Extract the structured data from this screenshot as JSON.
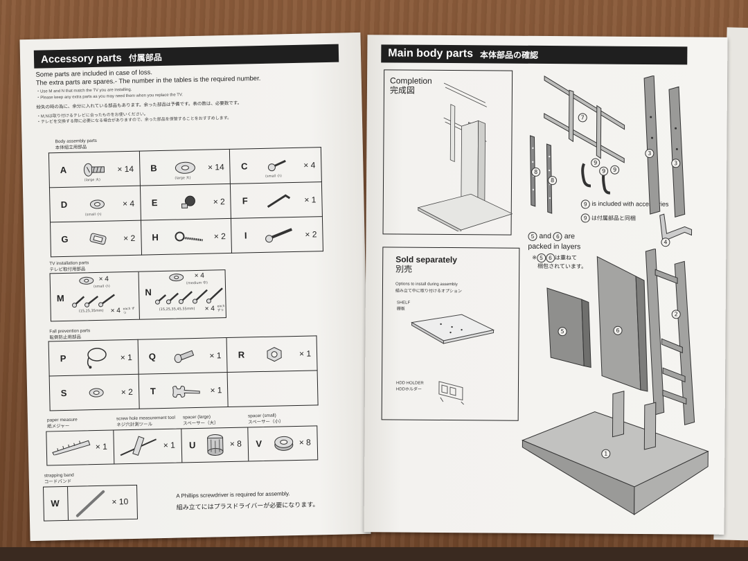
{
  "left": {
    "title_en": "Accessory parts",
    "title_jp": "付属部品",
    "intro1": "Some parts are included in case of loss.",
    "intro2": "The extra parts are spares.- The number in the tables is the required number.",
    "bullet1": "・Use M and N that match the TV you are installing.",
    "bullet2": "・Please keep any extra parts as you may need them when you replace the TV.",
    "intro_jp": "紛失の時の為に、余分に入れている部品もあります。余った部品は予備です。表の数は、必要数です。",
    "bullet_jp1": "・M,Nは取り付けるテレビに合ったものをお使いください。",
    "bullet_jp2": "・テレビを交換する際に必要になる場合がありますので、余った部品を保管することをおすすめします。",
    "body_label_en": "Body assembly parts",
    "body_label_jp": "本体組立用部品",
    "body_parts": [
      {
        "letter": "A",
        "qty": "× 14",
        "size": "(large 大)"
      },
      {
        "letter": "B",
        "qty": "× 14",
        "size": "(large 大)"
      },
      {
        "letter": "C",
        "qty": "× 4",
        "size": "(small 小)"
      },
      {
        "letter": "D",
        "qty": "× 4",
        "size": "(small 小)"
      },
      {
        "letter": "E",
        "qty": "× 2",
        "size": ""
      },
      {
        "letter": "F",
        "qty": "× 1",
        "size": ""
      },
      {
        "letter": "G",
        "qty": "× 2",
        "size": ""
      },
      {
        "letter": "H",
        "qty": "× 2",
        "size": ""
      },
      {
        "letter": "I",
        "qty": "× 2",
        "size": ""
      }
    ],
    "tv_label_en": "TV installation parts",
    "tv_label_jp": "テレビ取付用部品",
    "tv_M": {
      "letter": "M",
      "qty1": "× 4",
      "size1": "(small 小)",
      "sizes": "(15,25,35mm)",
      "qty2": "× 4",
      "each": "each ずつ"
    },
    "tv_N": {
      "letter": "N",
      "qty1": "× 4",
      "size1": "(medium 中)",
      "sizes": "(15,25,35,45,55mm)",
      "qty2": "× 4",
      "each": "each ずつ"
    },
    "fall_label_en": "Fall prevention parts",
    "fall_label_jp": "転倒防止用部品",
    "fall_parts": [
      {
        "letter": "P",
        "qty": "× 1"
      },
      {
        "letter": "Q",
        "qty": "× 1"
      },
      {
        "letter": "R",
        "qty": "× 1"
      },
      {
        "letter": "S",
        "qty": "× 2"
      },
      {
        "letter": "T",
        "qty": "× 1"
      }
    ],
    "tools": [
      {
        "en": "paper measure",
        "jp": "紙メジャー",
        "letter": "",
        "qty": "× 1"
      },
      {
        "en": "screw hole measurement tool",
        "jp": "ネジ穴計測ツール",
        "letter": "",
        "qty": "× 1"
      },
      {
        "en": "spacer (large)",
        "jp": "スペーサー（大）",
        "letter": "U",
        "qty": "× 8"
      },
      {
        "en": "spacer (small)",
        "jp": "スペーサー（小）",
        "letter": "V",
        "qty": "× 8"
      }
    ],
    "band_label_en": "strapping band",
    "band_label_jp": "コードバンド",
    "band": {
      "letter": "W",
      "qty": "× 10"
    },
    "note_en": "A Phillips screwdriver is required for assembly.",
    "note_jp": "組み立てにはプラスドライバーが必要になります。"
  },
  "right": {
    "title_en": "Main body parts",
    "title_jp": "本体部品の確認",
    "completion_en": "Completion",
    "completion_jp": "完成図",
    "sold_en": "Sold separately",
    "sold_jp": "別売",
    "options_en": "Options to install during assembly",
    "options_jp": "組み立て中に取り付けるオプション",
    "shelf_en": "SHELF",
    "shelf_jp": "棚板",
    "hdd_en": "HDD HOLDER",
    "hdd_jp": "HDDホルダー",
    "included_en": "is included with accessories",
    "included_jp": "は付属部品と同梱",
    "layers_en_and": "and",
    "layers_en_are": "are",
    "layers_en2": "packed in layers",
    "layers_jp_pre": "※",
    "layers_jp_mid": "は重ねて",
    "layers_jp2": "梱包されています。",
    "nums": [
      "1",
      "2",
      "3",
      "4",
      "5",
      "6",
      "7",
      "8",
      "9"
    ]
  }
}
